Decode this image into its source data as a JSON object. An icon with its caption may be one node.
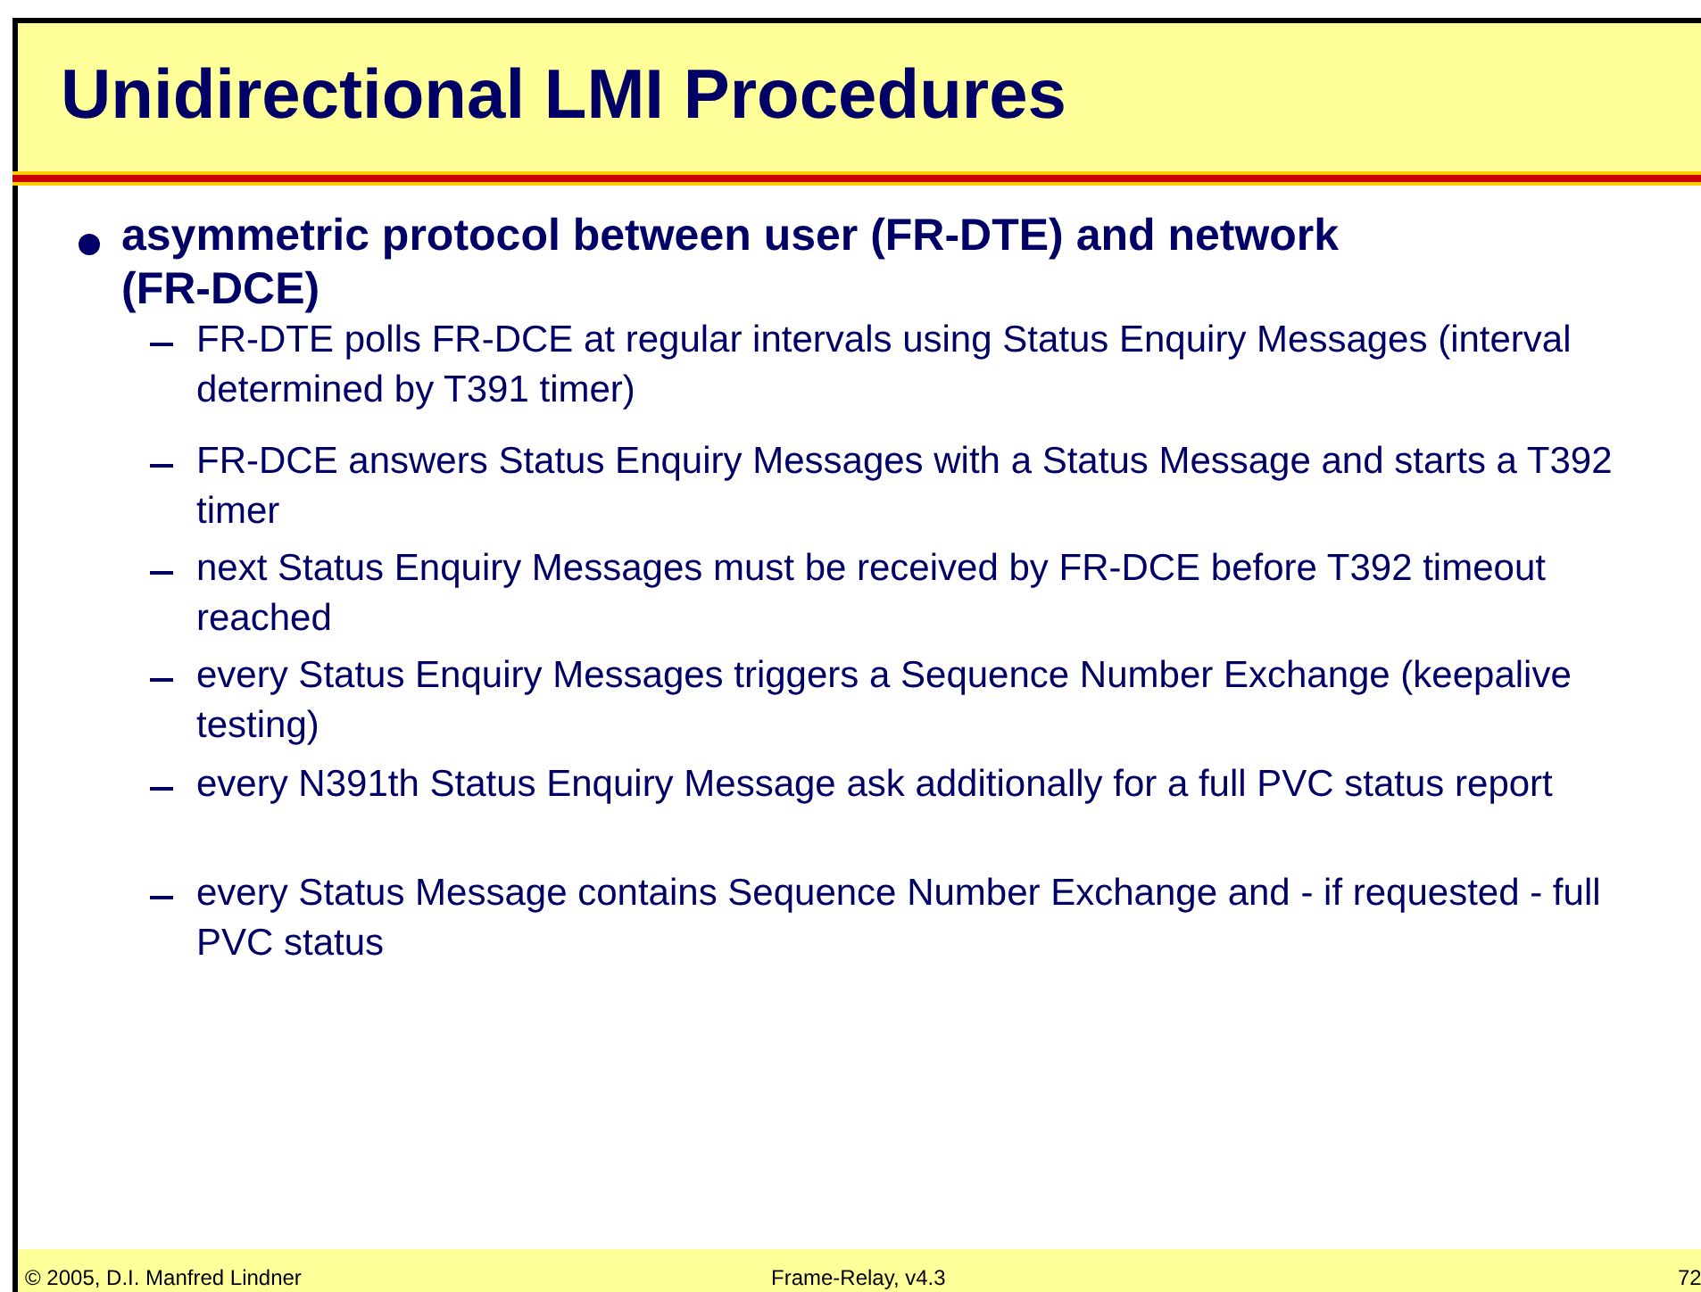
{
  "diagram": {
    "title": "Unidirectional LMI Procedures",
    "labels": [
      "asymmetric protocol between user (FR-DTE) and network (FR-DCE)",
      "FR-DTE  polls FR-DCE at regular intervals using Status Enquiry Messages (interval determined by T391 timer)",
      "FR-DCE answers Status Enquiry Messages with a Status Message and starts a T392 timer",
      "next Status Enquiry Messages must be received by FR-DCE before T392 timeout reached",
      "every Status Enquiry Messages triggers a Sequence Number Exchange (keepalive testing)",
      "every N391th Status Enquiry Message ask additionally for a full PVC status report",
      "every Status Message contains Sequence Number Exchange and - if requested - full PVC status",
      "© 2005, D.I. Manfred Lindner",
      "Frame-Relay, v4.3",
      "72"
    ]
  }
}
